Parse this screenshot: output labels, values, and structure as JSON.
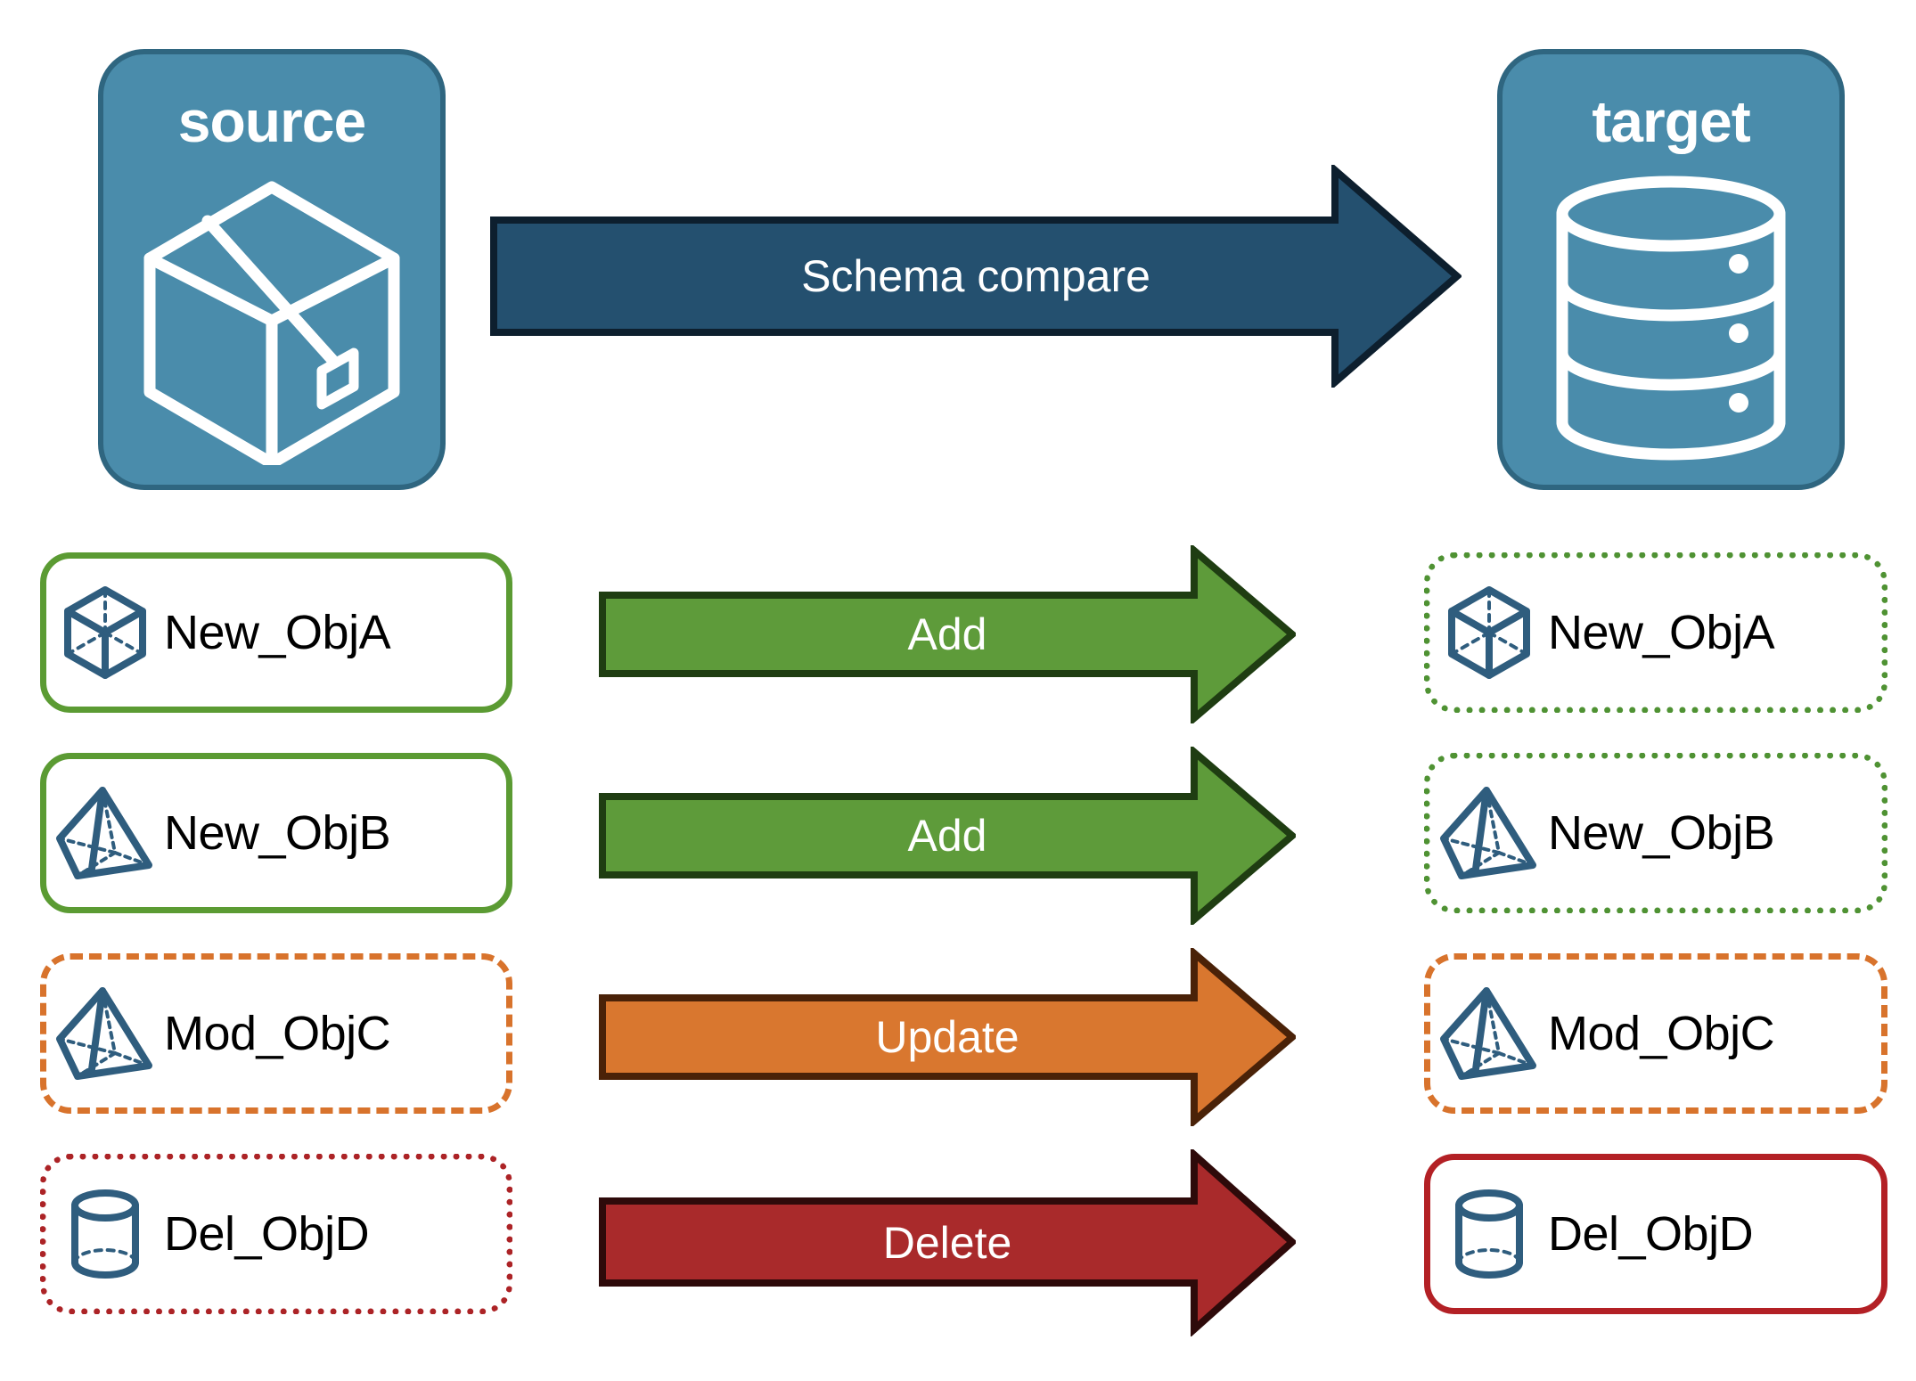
{
  "diagram": {
    "title": "Schema compare source to target",
    "background": "#ffffff"
  },
  "endpoints": [
    {
      "id": "source",
      "label": "source",
      "icon": "package-box-icon",
      "fill": "#4a8cab",
      "stroke": "#2f6680",
      "text_color": "#ffffff"
    },
    {
      "id": "target",
      "label": "target",
      "icon": "database-cylinder-icon",
      "fill": "#4a8cab",
      "stroke": "#2f6680",
      "text_color": "#ffffff"
    }
  ],
  "main_arrow": {
    "label": "Schema compare",
    "fill": "#24506f",
    "stroke": "#0d1f2e",
    "text_color": "#ffffff",
    "direction": "right"
  },
  "rows": [
    {
      "action": "Add",
      "arrow_fill": "#5e9b3a",
      "arrow_stroke": "#1f3d12",
      "source": {
        "name": "New_ObjA",
        "icon": "cube-wireframe-icon",
        "border_style": "solid",
        "border_color": "#5b9b33"
      },
      "target": {
        "name": "New_ObjA",
        "icon": "cube-wireframe-icon",
        "border_style": "dotted",
        "border_color": "#4f9233"
      }
    },
    {
      "action": "Add",
      "arrow_fill": "#5e9b3a",
      "arrow_stroke": "#1f3d12",
      "source": {
        "name": "New_ObjB",
        "icon": "pyramid-wireframe-icon",
        "border_style": "solid",
        "border_color": "#5b9b33"
      },
      "target": {
        "name": "New_ObjB",
        "icon": "pyramid-wireframe-icon",
        "border_style": "dotted",
        "border_color": "#4f9233"
      }
    },
    {
      "action": "Update",
      "arrow_fill": "#d9772f",
      "arrow_stroke": "#4a2208",
      "source": {
        "name": "Mod_ObjC",
        "icon": "pyramid-wireframe-icon",
        "border_style": "dashed",
        "border_color": "#d8732c"
      },
      "target": {
        "name": "Mod_ObjC",
        "icon": "pyramid-wireframe-icon",
        "border_style": "dashed",
        "border_color": "#d8732c"
      }
    },
    {
      "action": "Delete",
      "arrow_fill": "#a92a2b",
      "arrow_stroke": "#2e0a0a",
      "source": {
        "name": "Del_ObjD",
        "icon": "cylinder-wireframe-icon",
        "border_style": "dotted",
        "border_color": "#ac2326"
      },
      "target": {
        "name": "Del_ObjD",
        "icon": "cylinder-wireframe-icon",
        "border_style": "solid",
        "border_color": "#b32025"
      }
    }
  ],
  "palette": {
    "icon_stroke": "#2f5d7e",
    "label_text": "#000000",
    "endpoint_fill": "#4a8cab"
  }
}
